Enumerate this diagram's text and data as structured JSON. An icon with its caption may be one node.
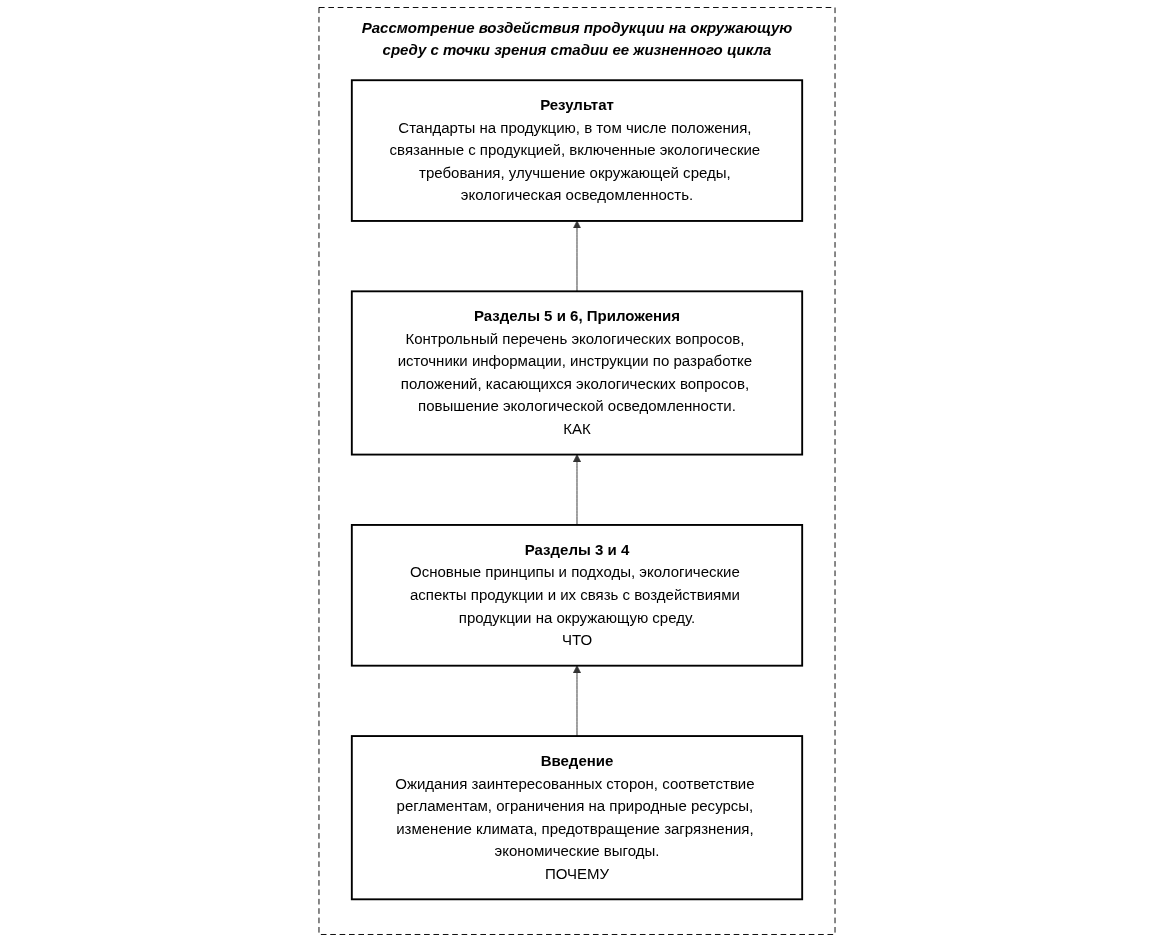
{
  "diagram": {
    "nodes": [
      {
        "text": [
          "Рассмотрение воздействия продукции на окружающую среду с точки зрения стадии ее жизненного цикла"
        ]
      },
      {
        "text": [
          "Результат",
          "Стандарты на продукцию, в том числе положения, связанные с продукцией, включенные экологические требования, улучшение окружающей среды, экологическая осведомленность."
        ],
        "in": 0
      },
      {
        "text": [
          "Разделы 5 и 6, Приложения",
          "Контрольный перечень экологических вопросов, источники информации, инструкции по разработке положений, касающихся экологических вопросов, повышение экологической осведомленности.",
          "КАК"
        ],
        "in": 0
      },
      {
        "text": [
          "Разделы 3 и 4",
          "Основные принципы и подходы, экологические аспекты продукции и их связь с воздействиями продукции на окружающую среду.",
          "ЧТО"
        ],
        "in": 0
      },
      {
        "text": [
          "Введение",
          "Ожидания заинтересованных сторон, соответствие регламентам, ограничения на природные ресурсы, изменение климата, предотвращение загрязнения, экономические выгоды.",
          "ПОЧЕМУ"
        ],
        "in": 0
      }
    ],
    "edges": [
      {
        "from": 4,
        "to": 3,
        "arrow": "to"
      },
      {
        "from": 3,
        "to": 2,
        "arrow": "to"
      },
      {
        "from": 2,
        "to": 1,
        "arrow": "to"
      }
    ]
  }
}
